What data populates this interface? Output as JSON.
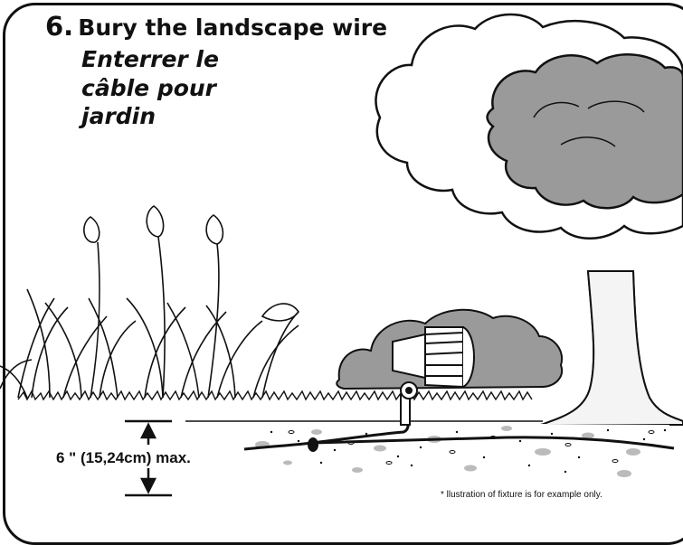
{
  "step": {
    "number": "6.",
    "title_en": "Bury the landscape wire",
    "title_fr": "Enterrer le câble pour jardin"
  },
  "depth_label": "6 \" (15,24cm) max.",
  "footnote": "* llustration of fixture is for example only."
}
